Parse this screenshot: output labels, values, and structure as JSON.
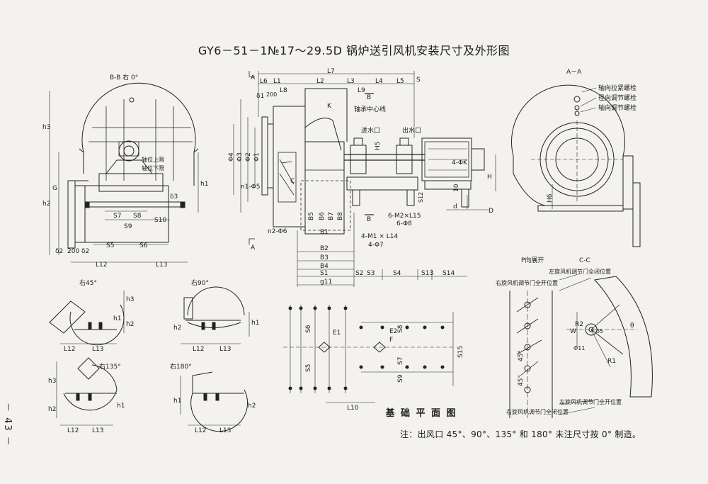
{
  "page": {
    "title": "GY6－51－1№17～29.5D 锅炉送引风机安装尺寸及外形图",
    "page_number": "－ 43 －",
    "note": "注：出风口 45°、90°、135° 和 180° 未注尺寸按 0° 制造。",
    "foundation_caption": "基 础 平 面 图"
  },
  "view_bb": {
    "label": "B-B 右 0°",
    "dims": [
      "h3",
      "G",
      "h2",
      "h1",
      "δ3",
      "δ2",
      "200",
      "δ2",
      "S7",
      "S8",
      "S9",
      "S10",
      "S5",
      "S6",
      "L12",
      "L13"
    ],
    "annotations": [
      "轴位上限",
      "轴位下限"
    ]
  },
  "view_main": {
    "dims_top": [
      "L7",
      "S",
      "L6",
      "L1",
      "L2",
      "L3",
      "L4",
      "L5",
      "δ1",
      "200",
      "L8",
      "L9",
      "K",
      "B"
    ],
    "dims_left": [
      "Φ4",
      "Φ3",
      "Φ2",
      "Φ1",
      "n1-Φ5",
      "n2-Φ6",
      "C"
    ],
    "dims_bottom": [
      "B5",
      "B6",
      "B7",
      "B8",
      "B1",
      "B2",
      "B3",
      "B4",
      "S1",
      "S2",
      "S3",
      "S4",
      "S13",
      "S14",
      "g11"
    ],
    "dims_right": [
      "4-ΦK",
      "H",
      "10",
      "d",
      "D",
      "H5",
      "S12",
      "6-M2×L15",
      "6-Φ8",
      "4-M1 × L14",
      "4-Φ7"
    ],
    "section_marks": [
      "A",
      "A",
      "B",
      "B",
      "S"
    ],
    "annotations": [
      "轴承中心线",
      "进水口",
      "出水口"
    ]
  },
  "view_aa": {
    "label": "A－A",
    "annotations": [
      "轴向拉紧螺栓",
      "径向调节螺栓",
      "轴向调节螺栓"
    ],
    "dims": [
      "H6"
    ]
  },
  "small_views": [
    {
      "label": "右45°",
      "dims": [
        "h3",
        "h1",
        "h2",
        "L12",
        "L13"
      ]
    },
    {
      "label": "右90°",
      "dims": [
        "h2",
        "h1",
        "L12",
        "L13"
      ]
    },
    {
      "label": "右135°",
      "dims": [
        "h3",
        "h2",
        "h1",
        "L12",
        "L13"
      ]
    },
    {
      "label": "右180°",
      "dims": [
        "h1",
        "h2",
        "L12",
        "L13"
      ]
    }
  ],
  "foundation": {
    "dims": [
      "S6",
      "S5",
      "E1",
      "E2",
      "F",
      "S8",
      "S7",
      "S9",
      "S15",
      "L10"
    ]
  },
  "view_p": {
    "label": "P向展开",
    "dims": [
      "45°",
      "45°"
    ]
  },
  "view_cc": {
    "label": "C-C",
    "annotations": [
      "左旋风机调节门全闭位置",
      "右旋风机调节门全开位置",
      "左旋风机调节门全开位置",
      "右旋风机调节门全闭位置"
    ],
    "dims": [
      "W",
      "R2",
      "δ5",
      "θ",
      "Φ11",
      "R1"
    ]
  }
}
